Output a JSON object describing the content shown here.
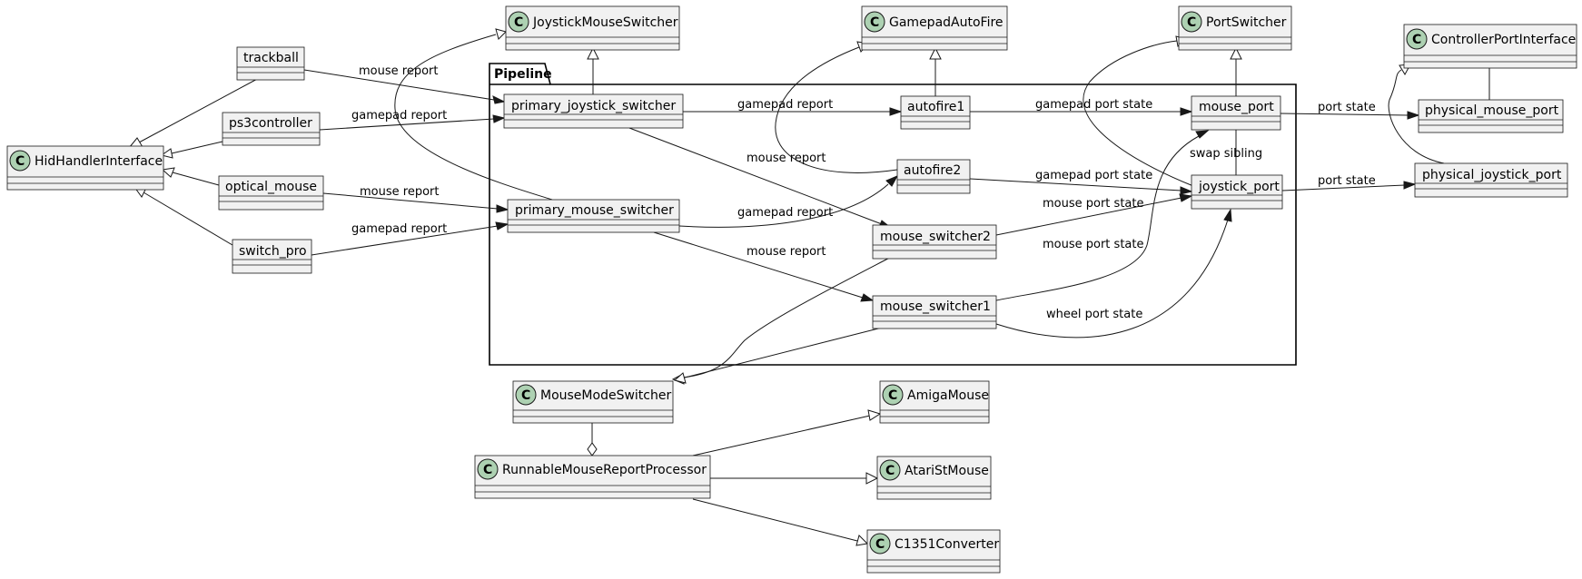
{
  "package": {
    "name": "Pipeline"
  },
  "nodes": {
    "joystick_mouse_switcher": {
      "label": "JoystickMouseSwitcher",
      "stereotype": "C"
    },
    "gamepad_auto_fire": {
      "label": "GamepadAutoFire",
      "stereotype": "C"
    },
    "port_switcher": {
      "label": "PortSwitcher",
      "stereotype": "C"
    },
    "controller_port_interface": {
      "label": "ControllerPortInterface",
      "stereotype": "C"
    },
    "hid_handler_interface": {
      "label": "HidHandlerInterface",
      "stereotype": "C"
    },
    "trackball": {
      "label": "trackball"
    },
    "ps3controller": {
      "label": "ps3controller"
    },
    "optical_mouse": {
      "label": "optical_mouse"
    },
    "switch_pro": {
      "label": "switch_pro"
    },
    "primary_joystick_switcher": {
      "label": "primary_joystick_switcher"
    },
    "primary_mouse_switcher": {
      "label": "primary_mouse_switcher"
    },
    "autofire1": {
      "label": "autofire1"
    },
    "autofire2": {
      "label": "autofire2"
    },
    "mouse_switcher2": {
      "label": "mouse_switcher2"
    },
    "mouse_switcher1": {
      "label": "mouse_switcher1"
    },
    "mouse_port": {
      "label": "mouse_port"
    },
    "joystick_port": {
      "label": "joystick_port"
    },
    "physical_mouse_port": {
      "label": "physical_mouse_port"
    },
    "physical_joystick_port": {
      "label": "physical_joystick_port"
    },
    "mouse_mode_switcher": {
      "label": "MouseModeSwitcher",
      "stereotype": "C"
    },
    "runnable_mouse_report_processor": {
      "label": "RunnableMouseReportProcessor",
      "stereotype": "C"
    },
    "amiga_mouse": {
      "label": "AmigaMouse",
      "stereotype": "C"
    },
    "atari_st_mouse": {
      "label": "AtariStMouse",
      "stereotype": "C"
    },
    "c1351_converter": {
      "label": "C1351Converter",
      "stereotype": "C"
    }
  },
  "edge_labels": {
    "trackball_to_pjs": "mouse report",
    "ps3_to_pjs": "gamepad report",
    "optical_to_pms": "mouse report",
    "switchpro_to_pms": "gamepad report",
    "pjs_to_autofire1": "gamepad report",
    "pjs_to_ms2": "mouse report",
    "pms_to_autofire2": "gamepad report",
    "pms_to_ms1": "mouse report",
    "autofire1_to_mouse_port": "gamepad port state",
    "autofire2_to_joystick_port": "gamepad port state",
    "ms2_to_joystick_port": "mouse port state",
    "ms1_to_mouse_port": "mouse port state",
    "ms1_to_joystick_port": "wheel port state",
    "mouse_port_to_physical": "port state",
    "joystick_port_to_physical": "port state",
    "swap_sibling": "swap sibling"
  }
}
